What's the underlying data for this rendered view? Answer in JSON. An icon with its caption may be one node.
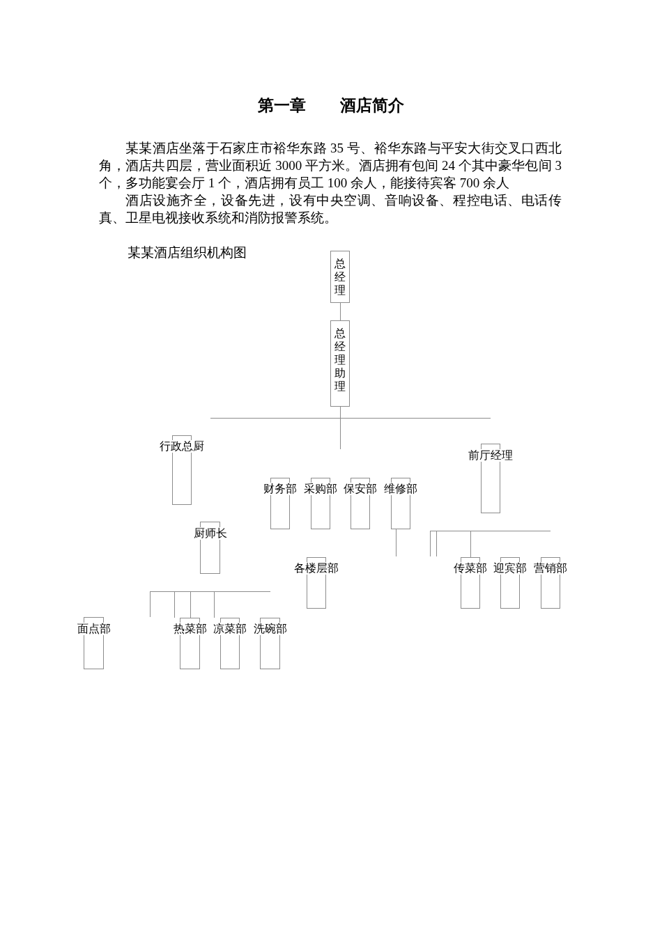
{
  "diagram": {
    "title": "第一章 酒店简介",
    "nodes": [
      {
        "text": [
          "总经理"
        ]
      },
      {
        "text": [
          "总经理助理"
        ]
      },
      {
        "text": [
          "行政总厨"
        ]
      },
      {
        "text": [
          "前厅经理"
        ]
      },
      {
        "text": [
          "财务部"
        ]
      },
      {
        "text": [
          "采购部"
        ]
      },
      {
        "text": [
          "保安部"
        ]
      },
      {
        "text": [
          "维修部"
        ]
      },
      {
        "text": [
          "厨师长"
        ]
      },
      {
        "text": [
          "各楼层部"
        ]
      },
      {
        "text": [
          "传菜部"
        ]
      },
      {
        "text": [
          "迎宾部"
        ]
      },
      {
        "text": [
          "营销部"
        ]
      },
      {
        "text": [
          "面点部"
        ]
      },
      {
        "text": [
          "热菜部"
        ]
      },
      {
        "text": [
          "凉菜部"
        ]
      },
      {
        "text": [
          "洗碗部"
        ]
      },
      {
        "text": [],
        "shape": "bar"
      },
      {
        "text": [],
        "shape": "bar"
      },
      {
        "text": [],
        "shape": "bar"
      }
    ],
    "edges": [
      {
        "from": 0,
        "to": 1,
        "arrow": "none"
      },
      {
        "from": 1,
        "to": 17,
        "arrow": "none"
      },
      {
        "from": 17,
        "to": null,
        "arrow": "none"
      },
      {
        "from": 7,
        "to": null,
        "arrow": "none"
      },
      {
        "from": 18,
        "to": null,
        "arrow": "none"
      },
      {
        "from": 18,
        "to": null,
        "arrow": "none"
      },
      {
        "from": 18,
        "to": 10,
        "arrow": "none"
      },
      {
        "from": 19,
        "to": null,
        "arrow": "none"
      },
      {
        "from": 19,
        "to": 14,
        "arrow": "none"
      },
      {
        "from": 19,
        "to": 14,
        "arrow": "none"
      },
      {
        "from": 19,
        "to": 15,
        "arrow": "none"
      }
    ],
    "labels": [
      "某某酒店坐落于石家庄市裕华东路 35 号、裕华东路与平安大街交叉口西北角，酒店共四层，营业面积近 3000 平方米。酒店拥有包间 24 个其中豪华包间 3 个，多功能宴会厅 1 个，酒店拥有员工 100 余人，能接待宾客 700 余人",
      "酒店设施齐全，设备先进，设有中央空调、音响设备、程控电话、电话传真、卫星电视接收系统和消防报警系统。",
      "某某酒店组织机构图"
    ]
  }
}
